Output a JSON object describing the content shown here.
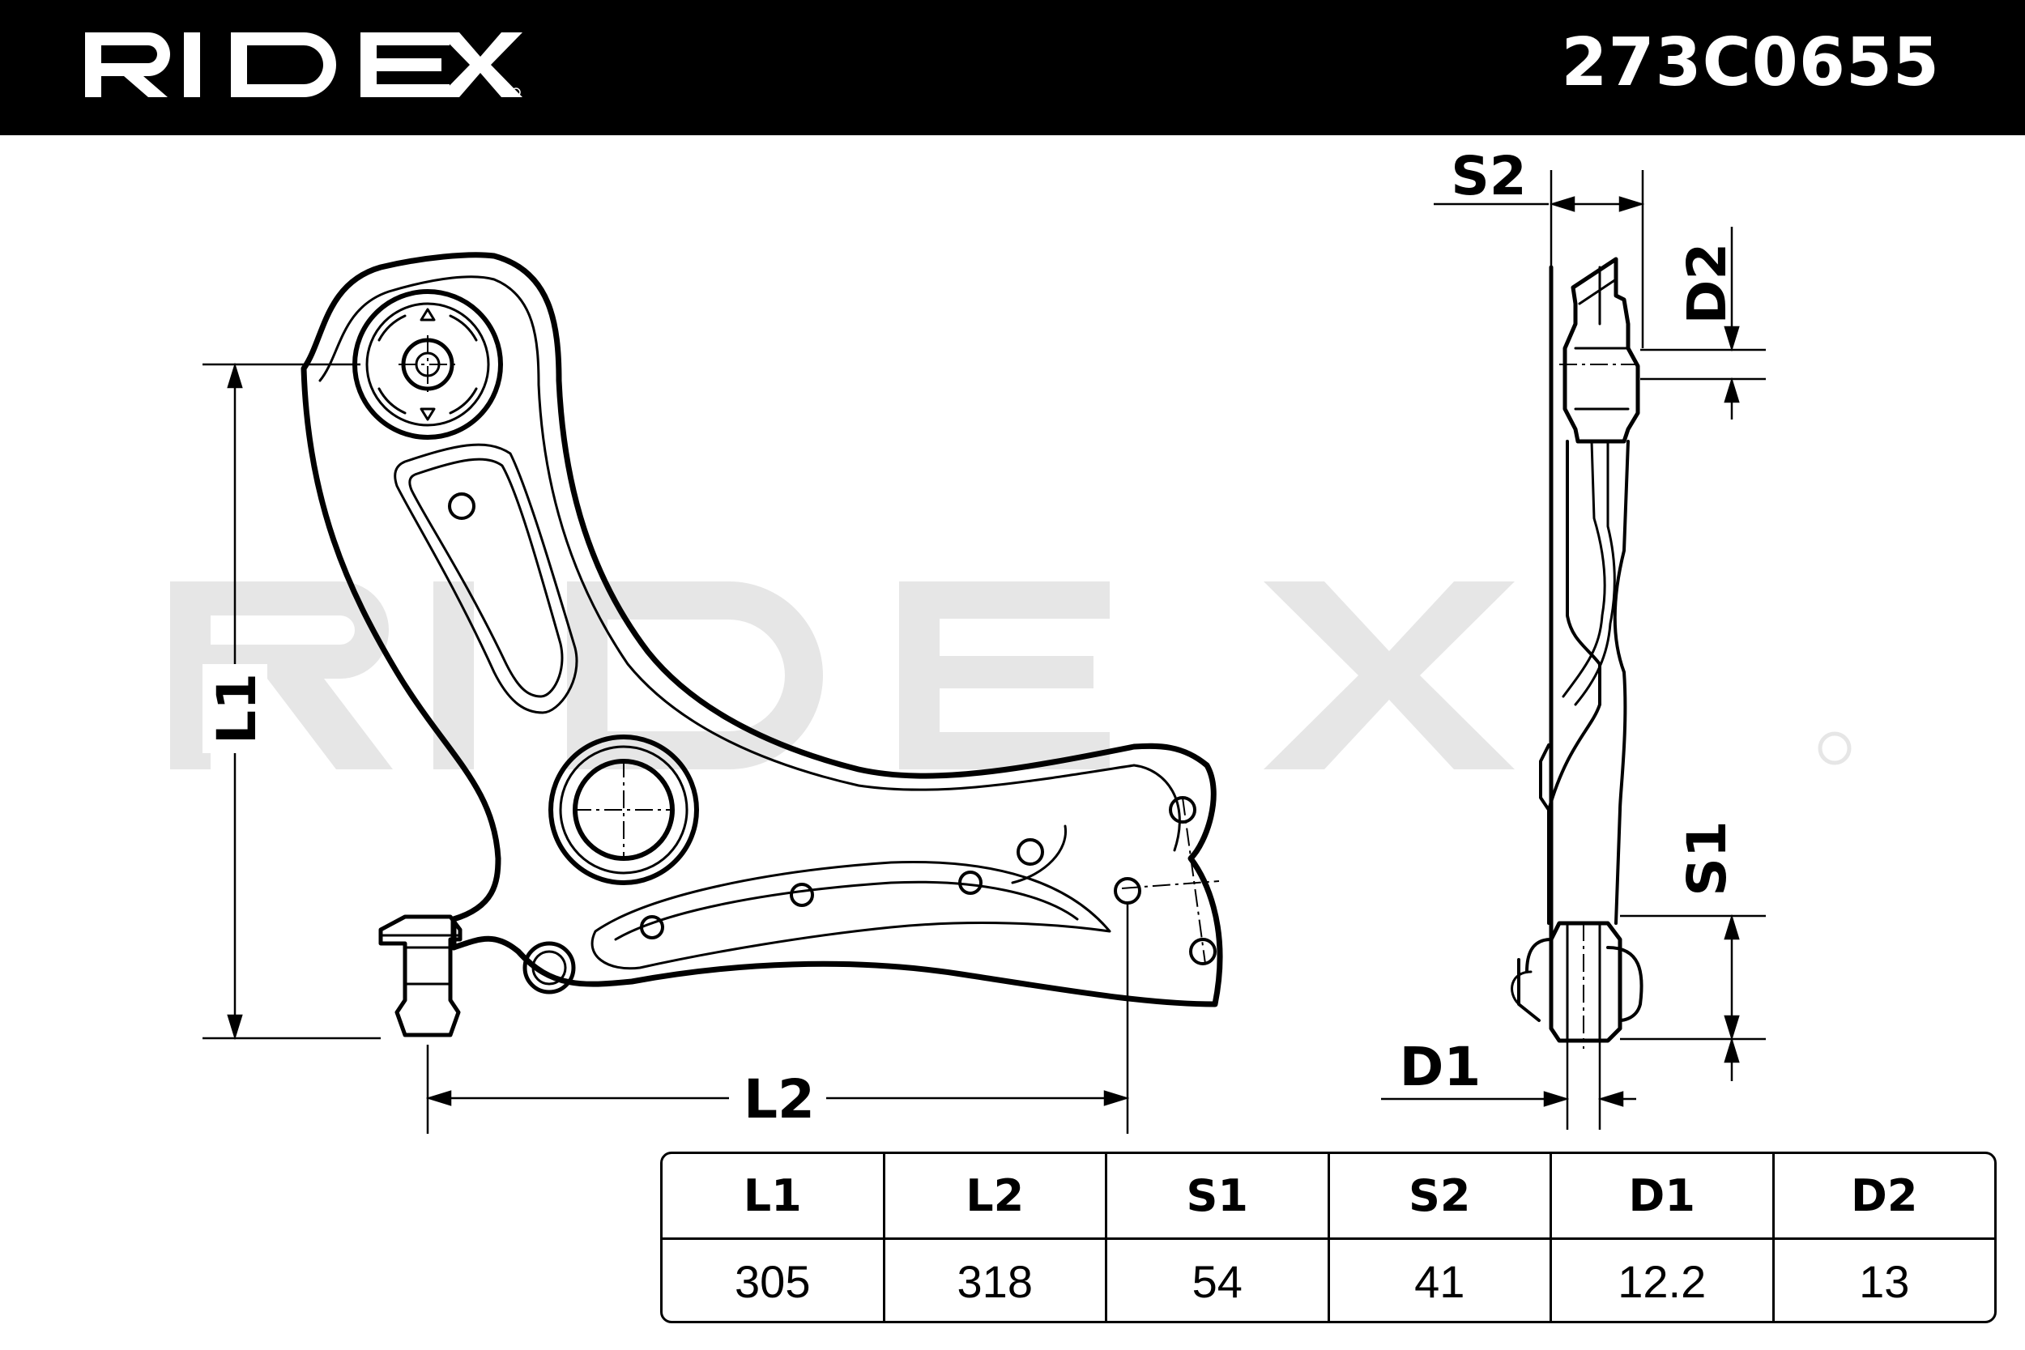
{
  "header": {
    "brand": "RIDEX",
    "part_number": "273C0655"
  },
  "watermark": "RIDEX",
  "dimension_labels": {
    "l1": "L1",
    "l2": "L2",
    "s1": "S1",
    "s2": "S2",
    "d1": "D1",
    "d2": "D2"
  },
  "spec_table": {
    "headers": [
      "L1",
      "L2",
      "S1",
      "S2",
      "D1",
      "D2"
    ],
    "values": [
      "305",
      "318",
      "54",
      "41",
      "12.2",
      "13"
    ]
  },
  "colors": {
    "header_bg": "#000000",
    "header_text": "#ffffff",
    "watermark": "#e6e6e6",
    "line": "#000000"
  }
}
